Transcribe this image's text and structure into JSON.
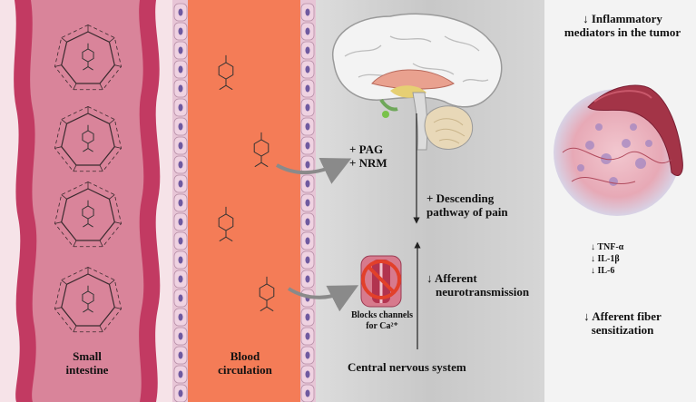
{
  "panels": {
    "intestine": {
      "label_line1": "Small",
      "label_line2": "intestine"
    },
    "blood": {
      "label_line1": "Blood",
      "label_line2": "circulation"
    },
    "cns": {
      "label": "Central nervous system",
      "pag_label": "+ PAG",
      "nrm_label": "+ NRM",
      "descending_line1": "+ Descending",
      "descending_line2": "pathway of pain",
      "afferent_line1": "↓ Afferent",
      "afferent_line2": "neurotransmission",
      "blocks_line1": "Blocks channels",
      "blocks_line2": "for Ca²⁺"
    },
    "tumor": {
      "inflammatory_line1": "↓ Inflammatory",
      "inflammatory_line2": "mediators in the tumor",
      "cytokines": [
        "↓ TNF-α",
        "↓ IL-1β",
        "↓ IL-6"
      ],
      "fiber_line1": "↓ Afferent fiber",
      "fiber_line2": "sensitization"
    }
  },
  "colors": {
    "intestine_wall": "#c23a62",
    "intestine_lumen": "#d9849a",
    "blood_vessel": "#f47c57",
    "vessel_cell": "#efd2e1",
    "cns_bg": "#c9c9c9",
    "tumor_bg": "#f2f2f2",
    "arrow": "#8a8a8a"
  }
}
